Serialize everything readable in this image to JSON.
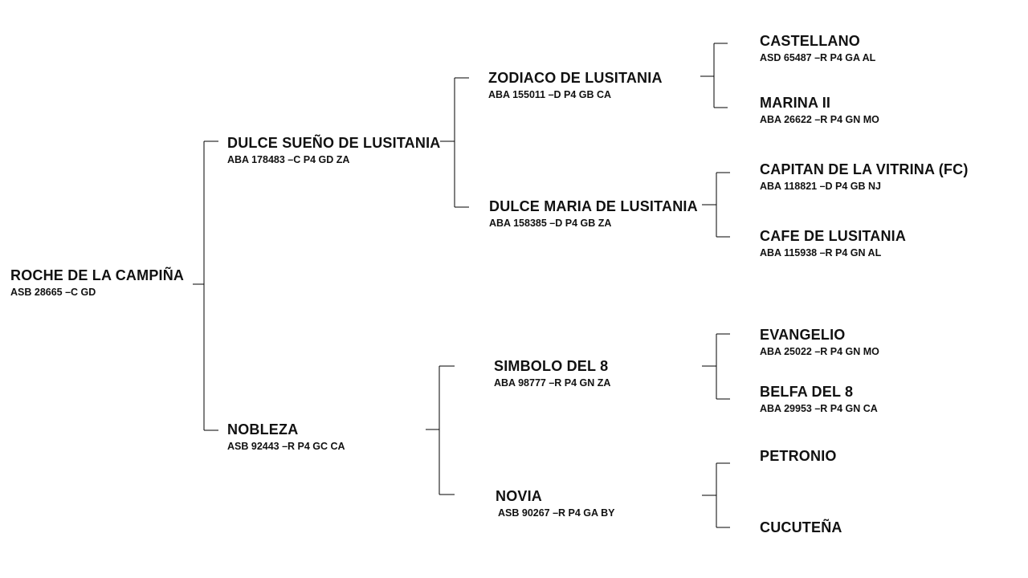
{
  "pedigree": {
    "subject": {
      "name": "ROCHE DE LA CAMPIÑA",
      "reg": "ASB 28665 –C GD"
    },
    "sire": {
      "name": "DULCE SUEÑO DE LUSITANIA",
      "reg": "ABA 178483 –C P4 GD ZA"
    },
    "dam": {
      "name": "NOBLEZA",
      "reg": "ASB 92443 –R P4 GC CA"
    },
    "sire_sire": {
      "name": "ZODIACO DE LUSITANIA",
      "reg": "ABA 155011 –D P4 GB CA"
    },
    "sire_dam": {
      "name": "DULCE MARIA DE LUSITANIA",
      "reg": "ABA 158385 –D P4 GB ZA"
    },
    "dam_sire": {
      "name": "SIMBOLO DEL 8",
      "reg": "ABA 98777 –R P4 GN ZA"
    },
    "dam_dam": {
      "name": "NOVIA",
      "reg": "ASB 90267 –R P4 GA BY"
    },
    "ss_sire": {
      "name": "CASTELLANO",
      "reg": "ASD 65487 –R P4 GA AL"
    },
    "ss_dam": {
      "name": "MARINA II",
      "reg": "ABA 26622 –R P4 GN MO"
    },
    "sd_sire": {
      "name": "CAPITAN DE LA VITRINA (FC)",
      "reg": "ABA 118821 –D P4 GB NJ"
    },
    "sd_dam": {
      "name": "CAFE DE LUSITANIA",
      "reg": "ABA 115938 –R P4 GN AL"
    },
    "ds_sire": {
      "name": "EVANGELIO",
      "reg": "ABA 25022 –R P4 GN MO"
    },
    "ds_dam": {
      "name": "BELFA DEL 8",
      "reg": "ABA 29953 –R P4 GN CA"
    },
    "dd_sire": {
      "name": "PETRONIO"
    },
    "dd_dam": {
      "name": "CUCUTEÑA"
    }
  }
}
